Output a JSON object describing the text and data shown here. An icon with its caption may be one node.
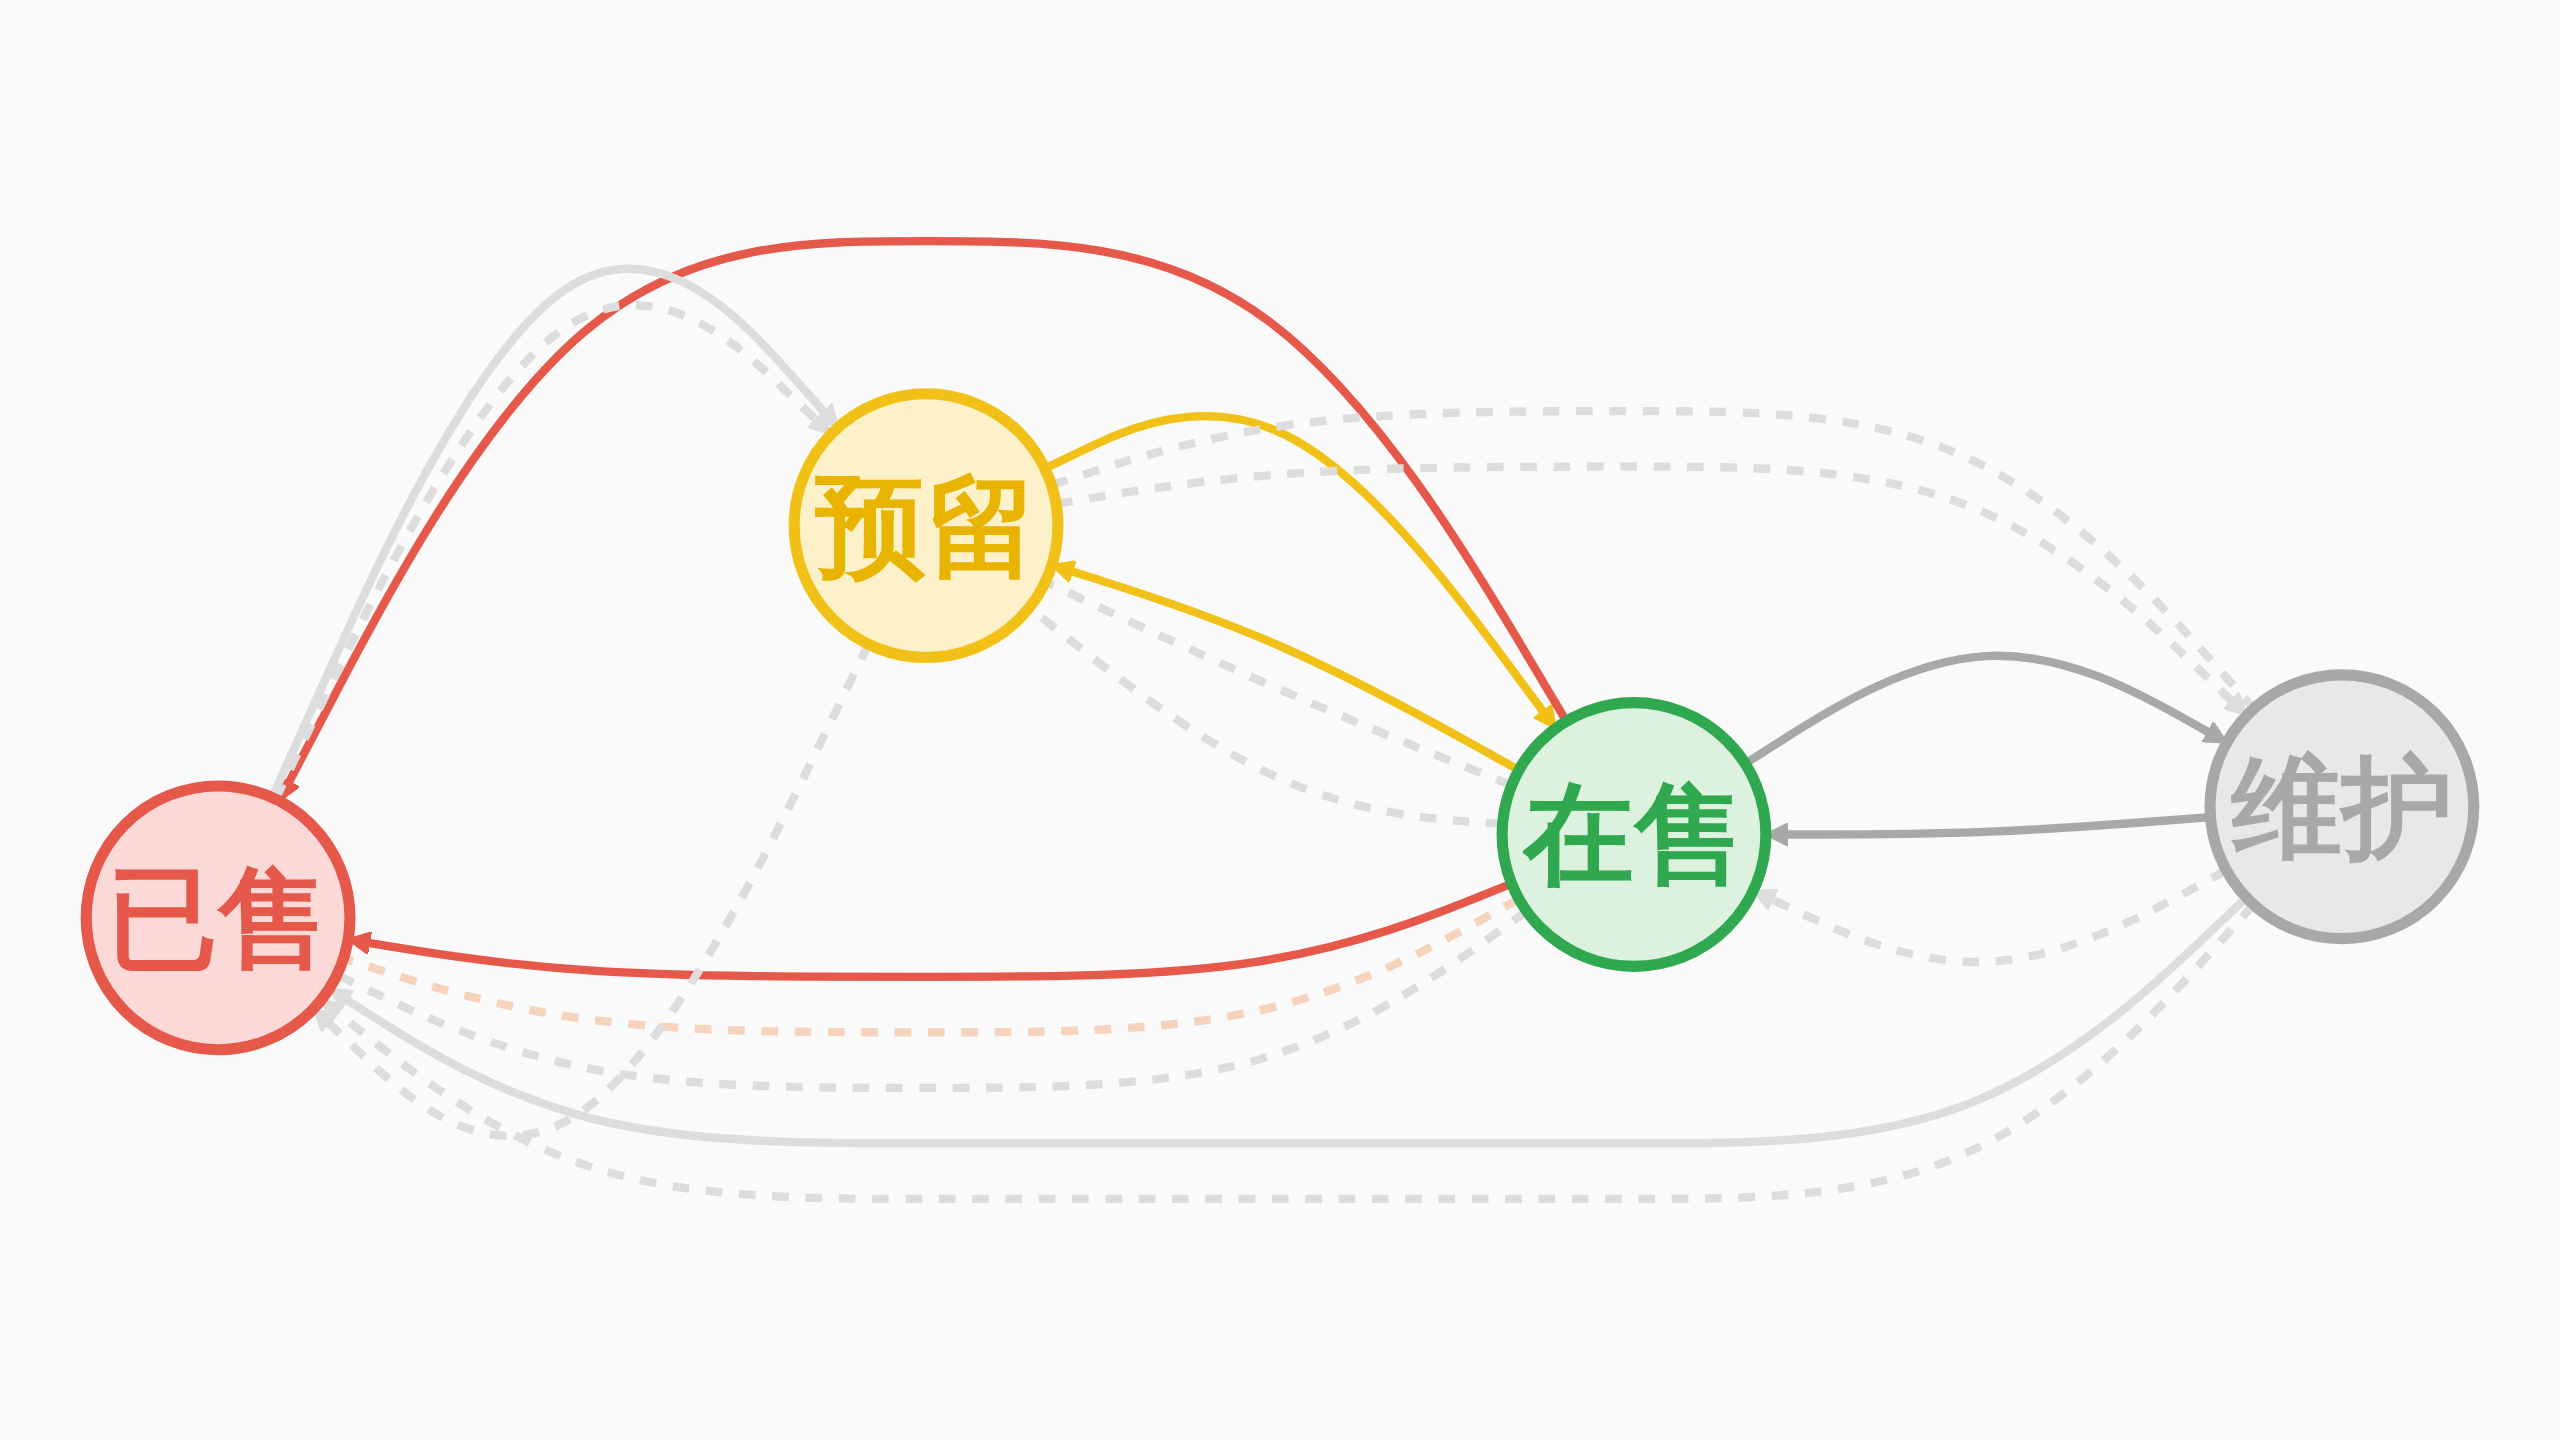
{
  "diagram": {
    "nodes": [
      {
        "text": [
          "已售"
        ]
      },
      {
        "text": [
          "在售"
        ]
      },
      {
        "text": [
          "维护"
        ]
      },
      {
        "text": [
          "预留"
        ]
      }
    ],
    "edges": [
      {
        "from": 1,
        "to": 0,
        "arrow": "to",
        "color": "#e5584a"
      },
      {
        "from": 1,
        "to": 0,
        "arrow": "to",
        "color": "#e5584a"
      },
      {
        "from": 1,
        "to": 0,
        "arrow": "none",
        "style": "dashed",
        "color": "#f5d3bd"
      },
      {
        "from": 1,
        "to": 0,
        "arrow": "none",
        "style": "dashed",
        "color": "#dddddd"
      },
      {
        "from": 1,
        "to": 3,
        "arrow": "to",
        "color": "#f2c118"
      },
      {
        "from": 3,
        "to": 1,
        "arrow": "to",
        "color": "#f2c118"
      },
      {
        "from": 1,
        "to": 3,
        "arrow": "none",
        "style": "dashed",
        "color": "#dddddd"
      },
      {
        "from": 1,
        "to": 3,
        "arrow": "none",
        "style": "dashed",
        "color": "#dddddd"
      },
      {
        "from": 1,
        "to": 2,
        "arrow": "to",
        "color": "#a8a8a8"
      },
      {
        "from": 2,
        "to": 1,
        "arrow": "to",
        "color": "#a8a8a8"
      },
      {
        "from": 2,
        "to": 1,
        "arrow": "to",
        "style": "dashed",
        "color": "#dddddd"
      },
      {
        "from": 0,
        "to": 3,
        "arrow": "to",
        "color": "#dddddd"
      },
      {
        "from": 0,
        "to": 3,
        "arrow": "to",
        "style": "dashed",
        "color": "#dddddd"
      },
      {
        "from": 3,
        "to": 0,
        "arrow": "to",
        "style": "dashed",
        "color": "#dddddd"
      },
      {
        "from": 2,
        "to": 0,
        "arrow": "to",
        "color": "#dddddd"
      },
      {
        "from": 2,
        "to": 0,
        "arrow": "to",
        "style": "dashed",
        "color": "#dddddd"
      },
      {
        "from": 3,
        "to": 2,
        "arrow": "none",
        "style": "dashed",
        "color": "#dddddd"
      },
      {
        "from": 3,
        "to": 2,
        "arrow": "to",
        "style": "dashed",
        "color": "#dddddd"
      }
    ]
  }
}
